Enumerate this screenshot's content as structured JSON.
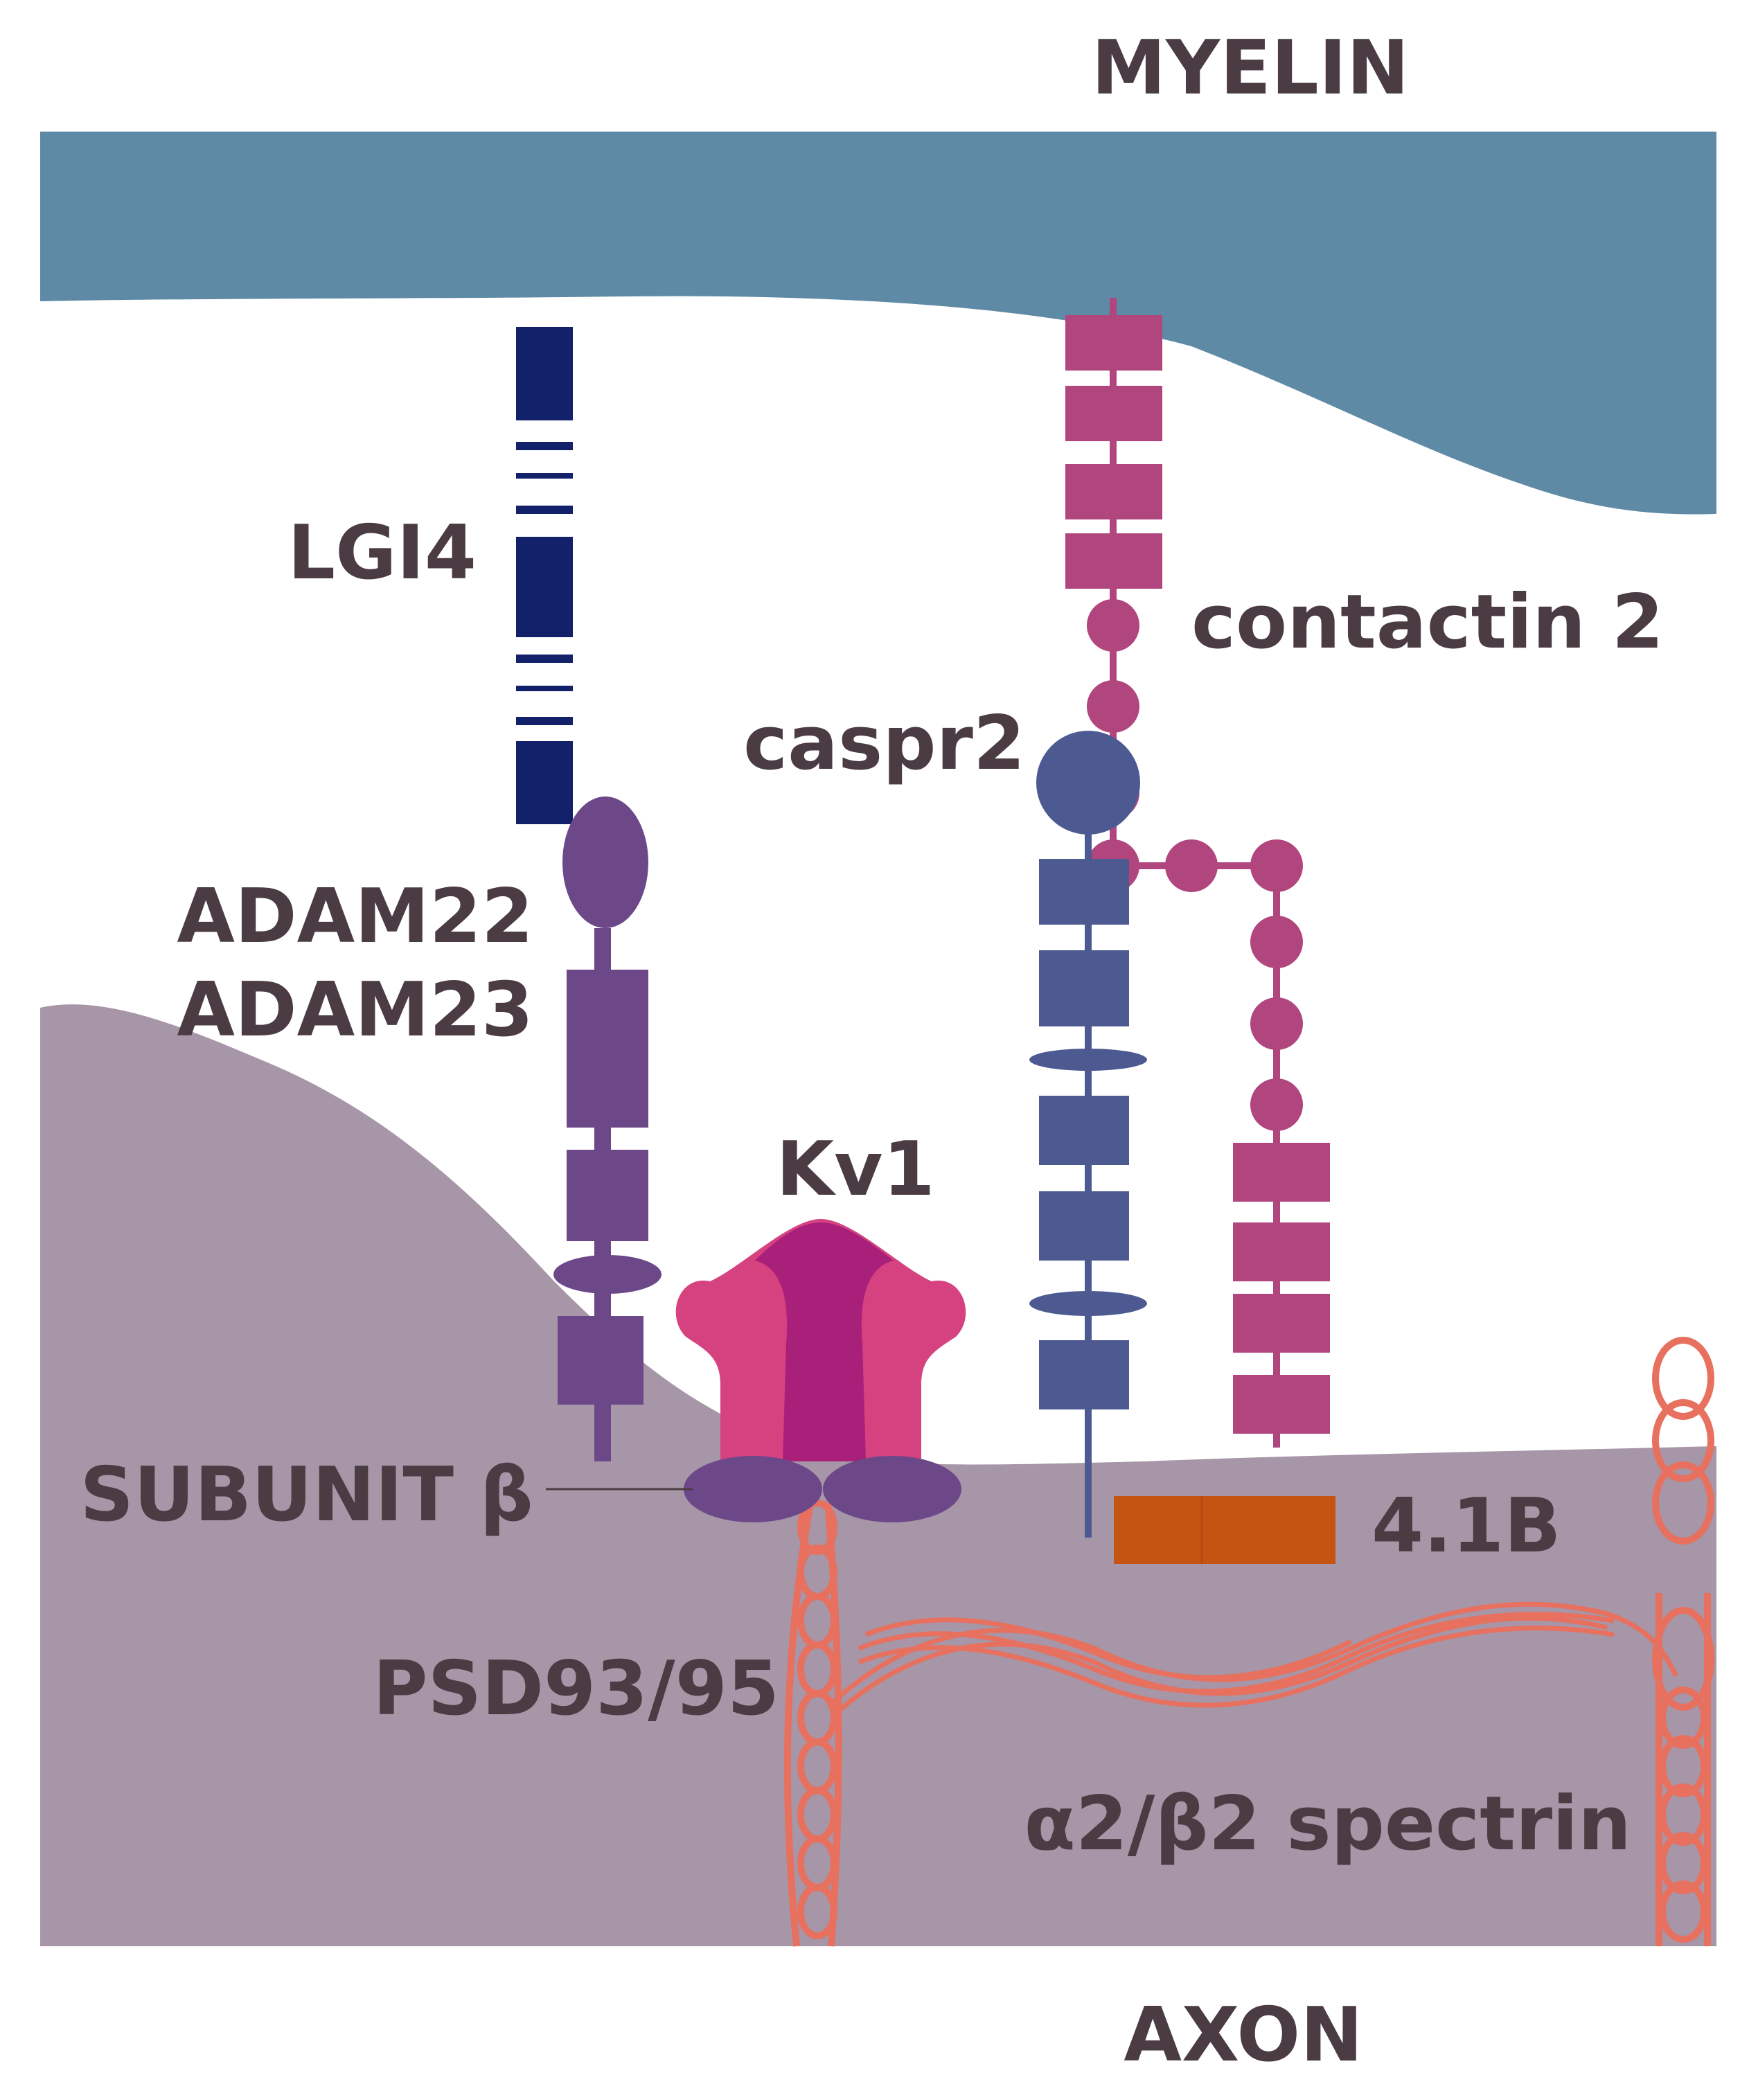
{
  "labels": {
    "myelin": "MYELIN",
    "axon": "AXON",
    "lgi4": "LGI4",
    "adam22": "ADAM22",
    "adam23": "ADAM23",
    "kv1": "Kv1",
    "subunit_beta": "SUBUNIT β",
    "psd": "PSD93/95",
    "caspr2": "caspr2",
    "contactin2": "contactin 2",
    "protein41b": "4.1B",
    "spectrin": "α2/β2 spectrin"
  },
  "colors": {
    "myelin": "#5f8aa6",
    "axon": "#a696a7",
    "lgi4": "#13206a",
    "adam": "#6c4889",
    "kv1_light": "#d6427f",
    "kv1_dark": "#a8207a",
    "subunit_beta": "#6c4889",
    "caspr2": "#4d5a92",
    "contactin2": "#b1467f",
    "protein41b": "#c55413",
    "spectrin": "#e8705e",
    "text": "#4a3c42"
  }
}
